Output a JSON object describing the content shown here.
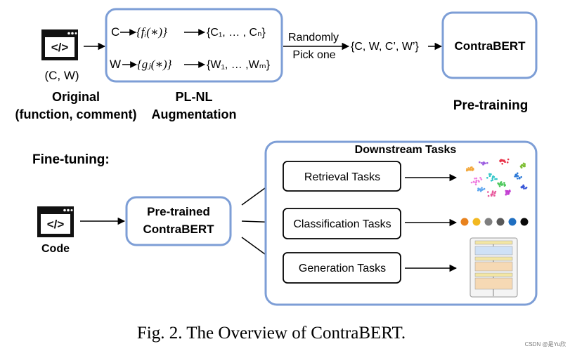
{
  "top": {
    "original": {
      "icon": "code-window-icon",
      "pair": "(C, W)",
      "label_line1": "Original",
      "label_line2": "(function, comment)"
    },
    "augmentation": {
      "row1": {
        "input": "C",
        "func": "{fᵢ(∗)}",
        "output": "{C₁, … , Cₙ}"
      },
      "row2": {
        "input": "W",
        "func": "{gⱼ(∗)}",
        "output": "{W₁, … ,Wₘ}"
      },
      "label_line1": "PL-NL",
      "label_line2": "Augmentation"
    },
    "select": {
      "line1": "Randomly",
      "line2": "Pick one"
    },
    "tuple": "{C, W, C’, W’}",
    "model": {
      "name": "ContraBERT",
      "label": "Pre-training"
    }
  },
  "bottom": {
    "title": "Fine-tuning:",
    "code": {
      "icon": "code-window-icon",
      "label": "Code"
    },
    "pretrained": {
      "line1": "Pre-trained",
      "line2": "ContraBERT"
    },
    "downstream": {
      "title": "Downstream Tasks",
      "tasks": [
        {
          "label": "Retrieval Tasks",
          "result_icon": "cluster-scatter-icon"
        },
        {
          "label": "Classification Tasks",
          "result_icon": "colored-dots-icon"
        },
        {
          "label": "Generation Tasks",
          "result_icon": "transformer-decoder-icon"
        }
      ]
    }
  },
  "caption": "Fig. 2. The Overview of ContraBERT.",
  "watermark": "CSDN @是Yu欣",
  "colors": {
    "box_border": "#7d9ed6",
    "line": "#000000",
    "dots": [
      "#e8821e",
      "#f2b820",
      "#7f7f7f",
      "#595959",
      "#1f6fc1",
      "#0a0a0a"
    ]
  }
}
